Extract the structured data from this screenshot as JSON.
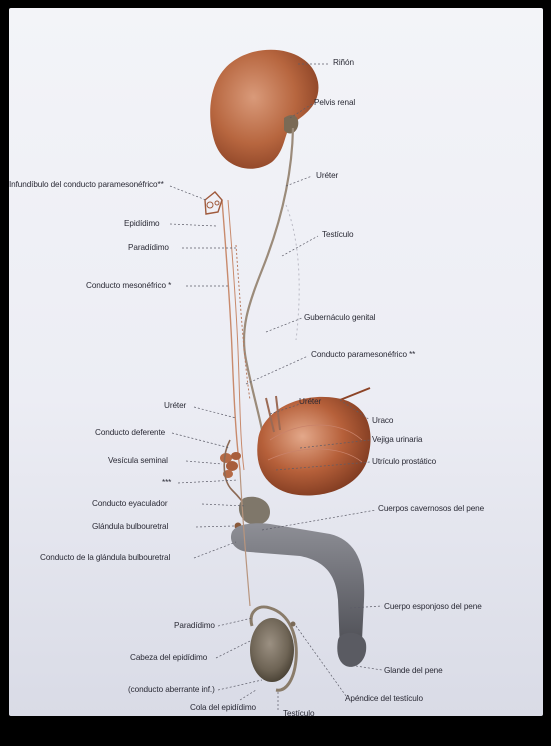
{
  "labels": {
    "rinon": "Riñón",
    "pelvis_renal": "Pelvis renal",
    "ureter_top": "Uréter",
    "infundibulo": "Infundíbulo del conducto paramesonéfrico**",
    "epididimo": "Epidídimo",
    "testiculo_top": "Testículo",
    "paradidimo_top": "Paradídimo",
    "conducto_mesonefrico": "Conducto mesonéfrico *",
    "gubernaculo": "Gubernáculo genital",
    "conducto_paramesonefrico": "Conducto paramesonéfrico **",
    "ureter_left": "Uréter",
    "ureter_right": "Uréter",
    "conducto_deferente": "Conducto deferente",
    "uraco": "Uraco",
    "vejiga": "Vejiga urinaria",
    "vesicula_seminal": "Vesícula seminal",
    "utriculo": "Utrículo prostático",
    "asteriscos": "***",
    "conducto_eyaculador": "Conducto eyaculador",
    "cuerpos_cavernosos": "Cuerpos cavernosos del pene",
    "glandula_bulbouretral": "Glándula bulbouretral",
    "conducto_glandula": "Conducto de la glándula bulbouretral",
    "cuerpo_esponjoso": "Cuerpo esponjoso del pene",
    "paradidimo_bottom": "Paradídimo",
    "cabeza_epididimo": "Cabeza del epidídimo",
    "glande": "Glande del pene",
    "conducto_aberrante": "(conducto aberrante inf.)",
    "apendice": "Apéndice del testículo",
    "cola_epididimo": "Cola del epidídimo",
    "testiculo_bottom": "Testículo"
  }
}
